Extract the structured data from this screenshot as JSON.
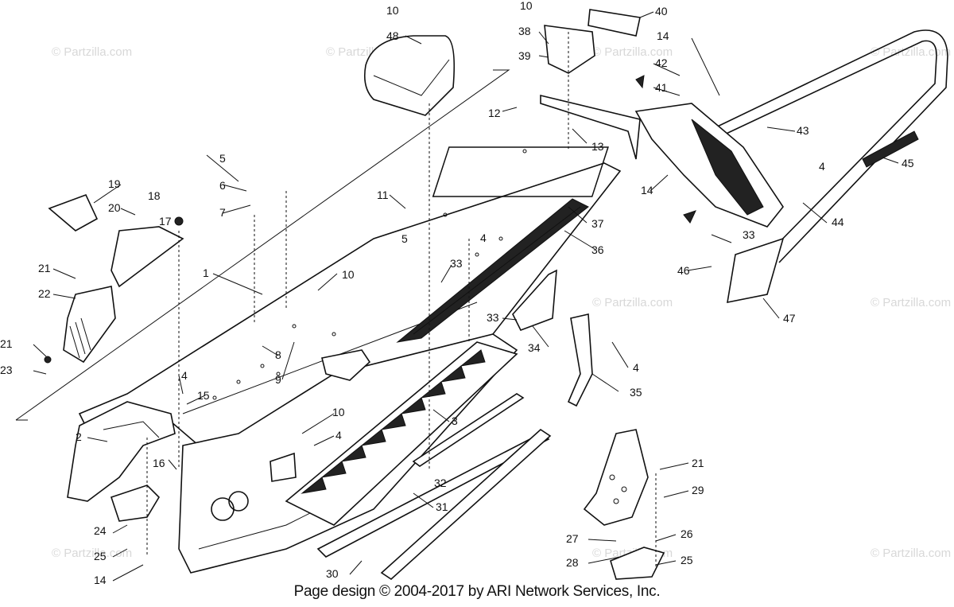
{
  "footer": "Page design © 2004-2017 by ARI Network Services, Inc.",
  "watermark": "© Partzilla.com",
  "callouts": {
    "c1": "1",
    "c2": "2",
    "c3": "3",
    "c4a": "4",
    "c4b": "4",
    "c4c": "4",
    "c4d": "4",
    "c4e": "4",
    "c5a": "5",
    "c5b": "5",
    "c6": "6",
    "c7": "7",
    "c8": "8",
    "c9": "9",
    "c10a": "10",
    "c10b": "10",
    "c10c": "10",
    "c10d": "10",
    "c11": "11",
    "c12": "12",
    "c13": "13",
    "c14a": "14",
    "c14b": "14",
    "c14c": "14",
    "c15": "15",
    "c16": "16",
    "c17": "17",
    "c18": "18",
    "c19": "19",
    "c20": "20",
    "c21a": "21",
    "c21b": "21",
    "c21c": "21",
    "c22": "22",
    "c23": "23",
    "c24": "24",
    "c25a": "25",
    "c25b": "25",
    "c26": "26",
    "c27": "27",
    "c28": "28",
    "c29": "29",
    "c30": "30",
    "c31": "31",
    "c32": "32",
    "c33a": "33",
    "c33b": "33",
    "c33c": "33",
    "c34": "34",
    "c35": "35",
    "c36": "36",
    "c37": "37",
    "c38": "38",
    "c39": "39",
    "c40": "40",
    "c41": "41",
    "c42": "42",
    "c43": "43",
    "c44": "44",
    "c45": "45",
    "c46": "46",
    "c47": "47",
    "c48": "48"
  }
}
